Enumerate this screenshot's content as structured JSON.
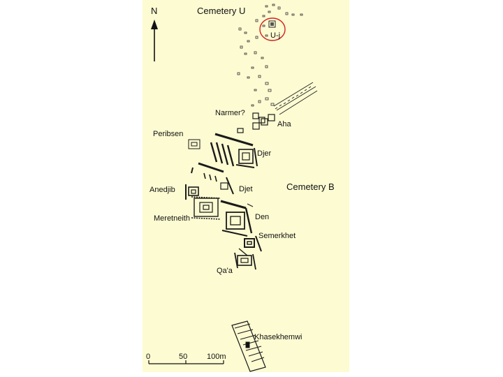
{
  "map": {
    "north_label": "N",
    "cemetery_u": "Cemetery U",
    "cemetery_b": "Cemetery B",
    "tomb_uj": "U-j",
    "tombs": {
      "narmer": "Narmer?",
      "aha": "Aha",
      "peribsen": "Peribsen",
      "djer": "Djer",
      "anedjib": "Anedjib",
      "djet": "Djet",
      "meretneith": "Meretneith",
      "den": "Den",
      "semerkhet": "Semerkhet",
      "qaa": "Qa'a",
      "khasekhemwi": "Khasekhemwi"
    },
    "scale": {
      "tick0": "0",
      "tick1": "50",
      "tick2": "100m"
    },
    "colors": {
      "background": "#fdfbd2",
      "highlight": "#d42020",
      "ink": "#1a1a1a"
    }
  }
}
